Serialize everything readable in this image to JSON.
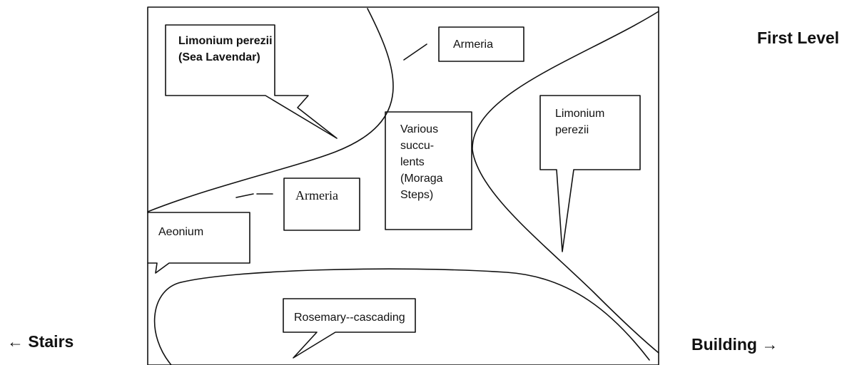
{
  "header": {
    "level": "First Level"
  },
  "directions": {
    "left": "← Stairs",
    "right": "Building →"
  },
  "plants": {
    "sea_lavender": {
      "line1": "Limonium perezii",
      "line2": "(Sea Lavendar)"
    },
    "armeria_top": "Armeria",
    "armeria_mid": "Armeria",
    "succulents": [
      "Various",
      "succu-",
      "lents",
      "(Moraga",
      "Steps)"
    ],
    "limonium_right": [
      "Limonium",
      "perezii"
    ],
    "aeonium": "Aeonium",
    "rosemary": "Rosemary--cascading"
  },
  "colors": {
    "ink": "#111111",
    "background": "#ffffff"
  }
}
